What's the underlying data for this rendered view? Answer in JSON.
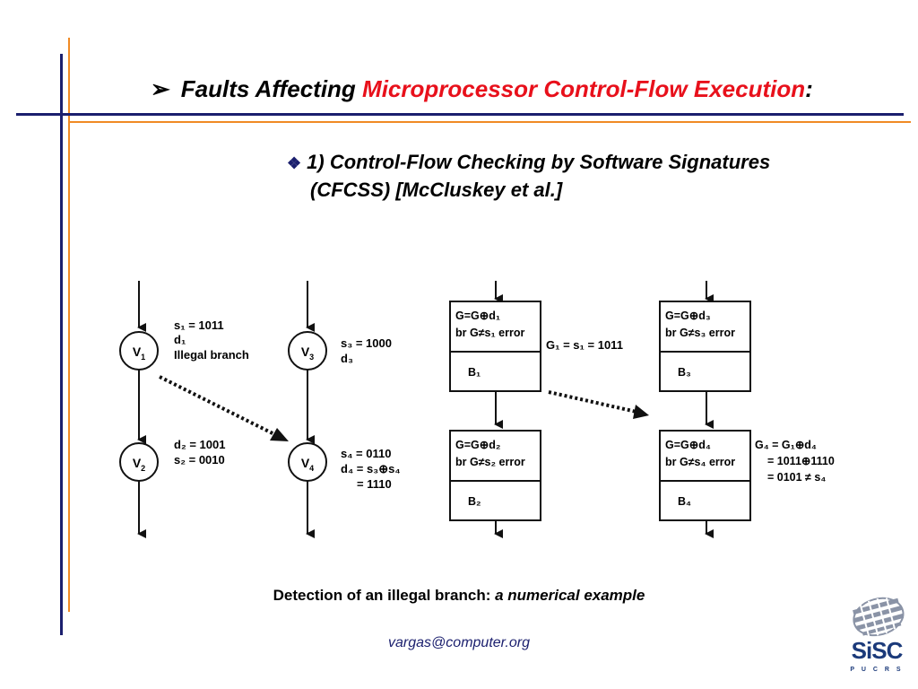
{
  "title": {
    "arrow": "➢",
    "part1": "Faults Affecting ",
    "part2": "Microprocessor Control-Flow Execution",
    "part3": ":"
  },
  "bullet": {
    "marker": "❖",
    "line1": "1) Control-Flow Checking by Software Signatures",
    "line2": "(CFCSS) [McCluskey et al.]"
  },
  "diagram_left": {
    "nodes": [
      {
        "label": "V",
        "sub": "1",
        "notes": [
          "s₁ = 1011",
          "d₁",
          "Illegal branch"
        ]
      },
      {
        "label": "V",
        "sub": "3",
        "notes": [
          "s₃ = 1000",
          "d₃"
        ]
      },
      {
        "label": "V",
        "sub": "2",
        "notes": [
          "d₂ = 1001",
          "s₂ = 0010"
        ]
      },
      {
        "label": "V",
        "sub": "4",
        "notes": [
          "s₄ = 0110",
          "d₄ = s₃⊕s₄",
          "= 1110"
        ]
      }
    ]
  },
  "diagram_right": {
    "blocks": [
      {
        "line1": "G=G⊕d₁",
        "line2": "br G≠s₁ error",
        "body": "B₁"
      },
      {
        "line1": "G=G⊕d₃",
        "line2": "br G≠s₃ error",
        "body": "B₃"
      },
      {
        "line1": "G=G⊕d₂",
        "line2": "br G≠s₂ error",
        "body": "B₂"
      },
      {
        "line1": "G=G⊕d₄",
        "line2": "br G≠s₄ error",
        "body": "B₄"
      }
    ],
    "note_b1": "G₁ = s₁ = 1011",
    "note_b4": [
      "G₄ = G₁⊕d₄",
      "= 1011⊕1110",
      "= 0101 ≠ s₄"
    ]
  },
  "caption": {
    "left": "Detection of an illegal branch: ",
    "right": "a numerical example"
  },
  "email": "vargas@computer.org",
  "logo": {
    "text": "SiSC",
    "subtext": "P U C R S"
  },
  "colors": {
    "navy": "#1b1f6e",
    "orange": "#f08a24",
    "title_red": "#e8101b"
  }
}
